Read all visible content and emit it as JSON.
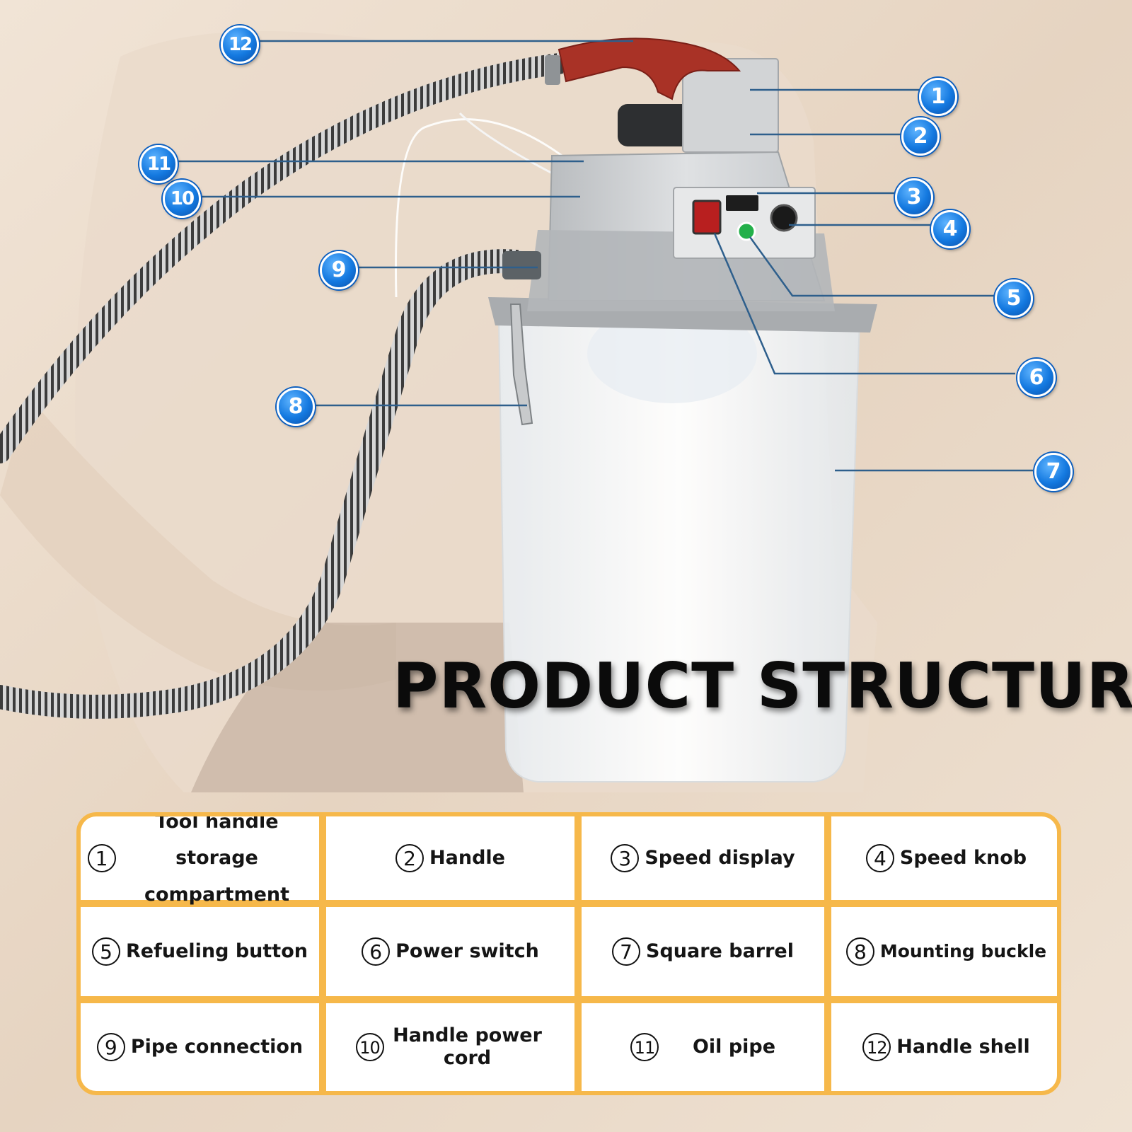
{
  "page": {
    "title": "PRODUCT STRUCTURE",
    "colors": {
      "background": "#e9d9c8",
      "callout_blue": "#1479e0",
      "legend_border": "#f6b84a",
      "handle_red": "#a93226",
      "machine_grey": "#c9cbcd"
    }
  },
  "callouts": [
    "1",
    "2",
    "3",
    "4",
    "5",
    "6",
    "7",
    "8",
    "9",
    "10",
    "11",
    "12"
  ],
  "legend": [
    {
      "num": "1",
      "label": "Tool handle storage compartment"
    },
    {
      "num": "2",
      "label": "Handle"
    },
    {
      "num": "3",
      "label": "Speed display"
    },
    {
      "num": "4",
      "label": "Speed knob"
    },
    {
      "num": "5",
      "label": "Refueling button"
    },
    {
      "num": "6",
      "label": "Power switch"
    },
    {
      "num": "7",
      "label": "Square barrel"
    },
    {
      "num": "8",
      "label": "Mounting buckle"
    },
    {
      "num": "9",
      "label": "Pipe connection"
    },
    {
      "num": "10",
      "label": "Handle power cord"
    },
    {
      "num": "11",
      "label": "Oil pipe"
    },
    {
      "num": "12",
      "label": "Handle shell"
    }
  ]
}
